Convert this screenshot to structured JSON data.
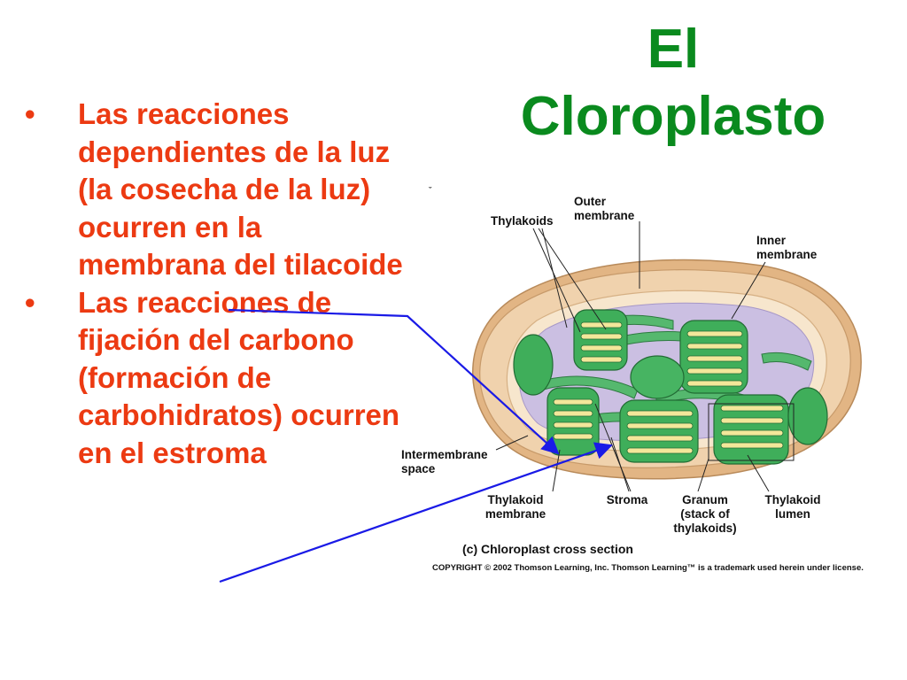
{
  "slide": {
    "title_lines": [
      "El",
      "Cloroplasto"
    ],
    "bullet_symbol": "•",
    "bullets": [
      "Las  reacciones dependientes de la luz (la cosecha de la luz) ocurren en la membrana del tilacoide",
      "Las reacciones de fijación del carbono (formación de carbohidratos) ocurren en el estroma"
    ]
  },
  "diagram": {
    "labels": {
      "thylakoids": "Thylakoids",
      "outer_membrane": [
        "Outer",
        "membrane"
      ],
      "inner_membrane": [
        "Inner",
        "membrane"
      ],
      "intermembrane_space": [
        "Intermembrane",
        "space"
      ],
      "thylakoid_membrane": [
        "Thylakoid",
        "membrane"
      ],
      "stroma": "Stroma",
      "granum": [
        "Granum",
        "(stack of",
        "thylakoids)"
      ],
      "thylakoid_lumen": [
        "Thylakoid",
        "lumen"
      ]
    },
    "caption": "(c) Chloroplast cross section",
    "copyright": "COPYRIGHT © 2002 Thomson Learning, Inc. Thomson Learning™ is a trademark used herein under license."
  },
  "colors": {
    "title": "#0a8a1e",
    "bullet_text": "#ec3a12",
    "arrow": "#1a1ae6",
    "outer_membrane_fill": "#ecc9a0",
    "stroma_fill": "#c9bde0",
    "thylakoid_green": "#3fae5a",
    "lumen_yellow": "#f3e79a"
  }
}
